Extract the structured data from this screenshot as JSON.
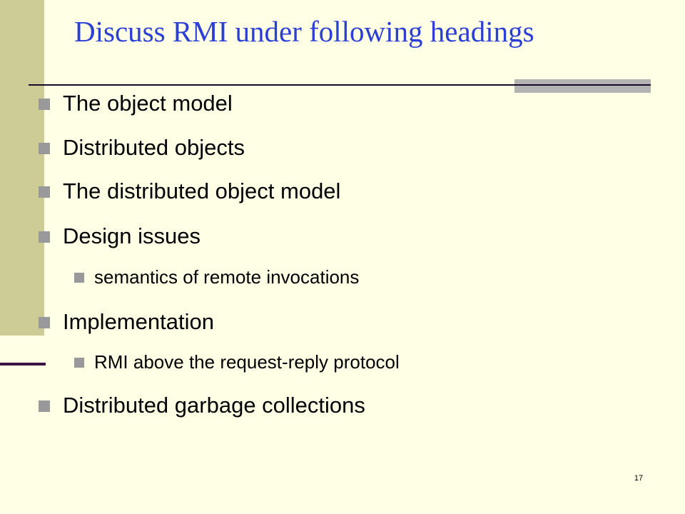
{
  "slide": {
    "title": "Discuss RMI under following headings",
    "bullets": [
      {
        "level": 1,
        "text": "The object model"
      },
      {
        "level": 1,
        "text": "Distributed objects"
      },
      {
        "level": 1,
        "text": "The distributed object model"
      },
      {
        "level": 1,
        "text": "Design issues"
      },
      {
        "level": 2,
        "text": "semantics of remote invocations"
      },
      {
        "level": 1,
        "text": "Implementation"
      },
      {
        "level": 2,
        "text": "RMI above the request-reply protocol"
      },
      {
        "level": 1,
        "text": "Distributed garbage collections"
      }
    ],
    "page_number": "17"
  },
  "colors": {
    "background": "#ffffe5",
    "title": "#2b3fd6",
    "left_band": "#cdcb96",
    "bullet_marker": "#999999",
    "rule": "#1a0a2a"
  }
}
